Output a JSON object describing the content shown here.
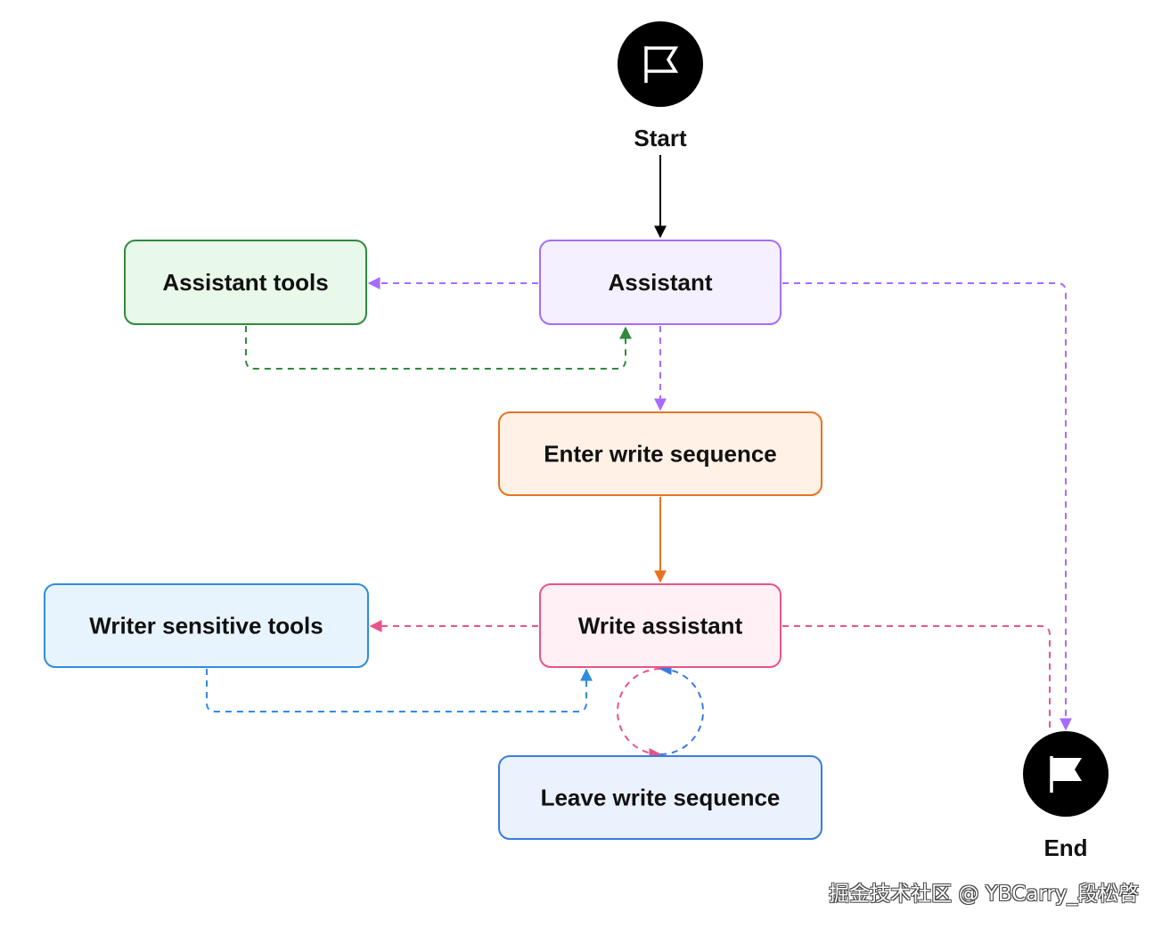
{
  "diagram": {
    "start": {
      "label": "Start"
    },
    "end": {
      "label": "End"
    },
    "nodes": {
      "assistant_tools": {
        "label": "Assistant tools"
      },
      "assistant": {
        "label": "Assistant"
      },
      "enter_write_sequence": {
        "label": "Enter write sequence"
      },
      "write_assistant": {
        "label": "Write assistant"
      },
      "writer_sensitive_tools": {
        "label": "Writer sensitive tools"
      },
      "leave_write_sequence": {
        "label": "Leave write sequence"
      }
    },
    "edges": [
      {
        "from": "start",
        "to": "assistant",
        "style": "solid"
      },
      {
        "from": "assistant",
        "to": "assistant_tools",
        "style": "dashed"
      },
      {
        "from": "assistant_tools",
        "to": "assistant",
        "style": "dashed"
      },
      {
        "from": "assistant",
        "to": "enter_write_sequence",
        "style": "dashed"
      },
      {
        "from": "assistant",
        "to": "end",
        "style": "dashed"
      },
      {
        "from": "enter_write_sequence",
        "to": "write_assistant",
        "style": "solid"
      },
      {
        "from": "write_assistant",
        "to": "writer_sensitive_tools",
        "style": "dashed"
      },
      {
        "from": "writer_sensitive_tools",
        "to": "write_assistant",
        "style": "dashed"
      },
      {
        "from": "write_assistant",
        "to": "leave_write_sequence",
        "style": "dashed"
      },
      {
        "from": "leave_write_sequence",
        "to": "write_assistant",
        "style": "dashed"
      },
      {
        "from": "write_assistant",
        "to": "end",
        "style": "dashed"
      }
    ],
    "colors": {
      "terminal": "#000000",
      "purple": "#a66cff",
      "purple_fill": "#f5f0ff",
      "green": "#2f8a3e",
      "green_fill": "#e8f8e9",
      "orange": "#e8731f",
      "orange_fill": "#fff1e6",
      "pink": "#e8548a",
      "pink_fill": "#fff0f5",
      "blue": "#2f8ce0",
      "blue_fill": "#e8f4fd",
      "navy": "#3a7be0",
      "navy_fill": "#eaf2fd"
    }
  },
  "watermark": {
    "text": "掘金技术社区 @ YBCarry_段松啓"
  }
}
